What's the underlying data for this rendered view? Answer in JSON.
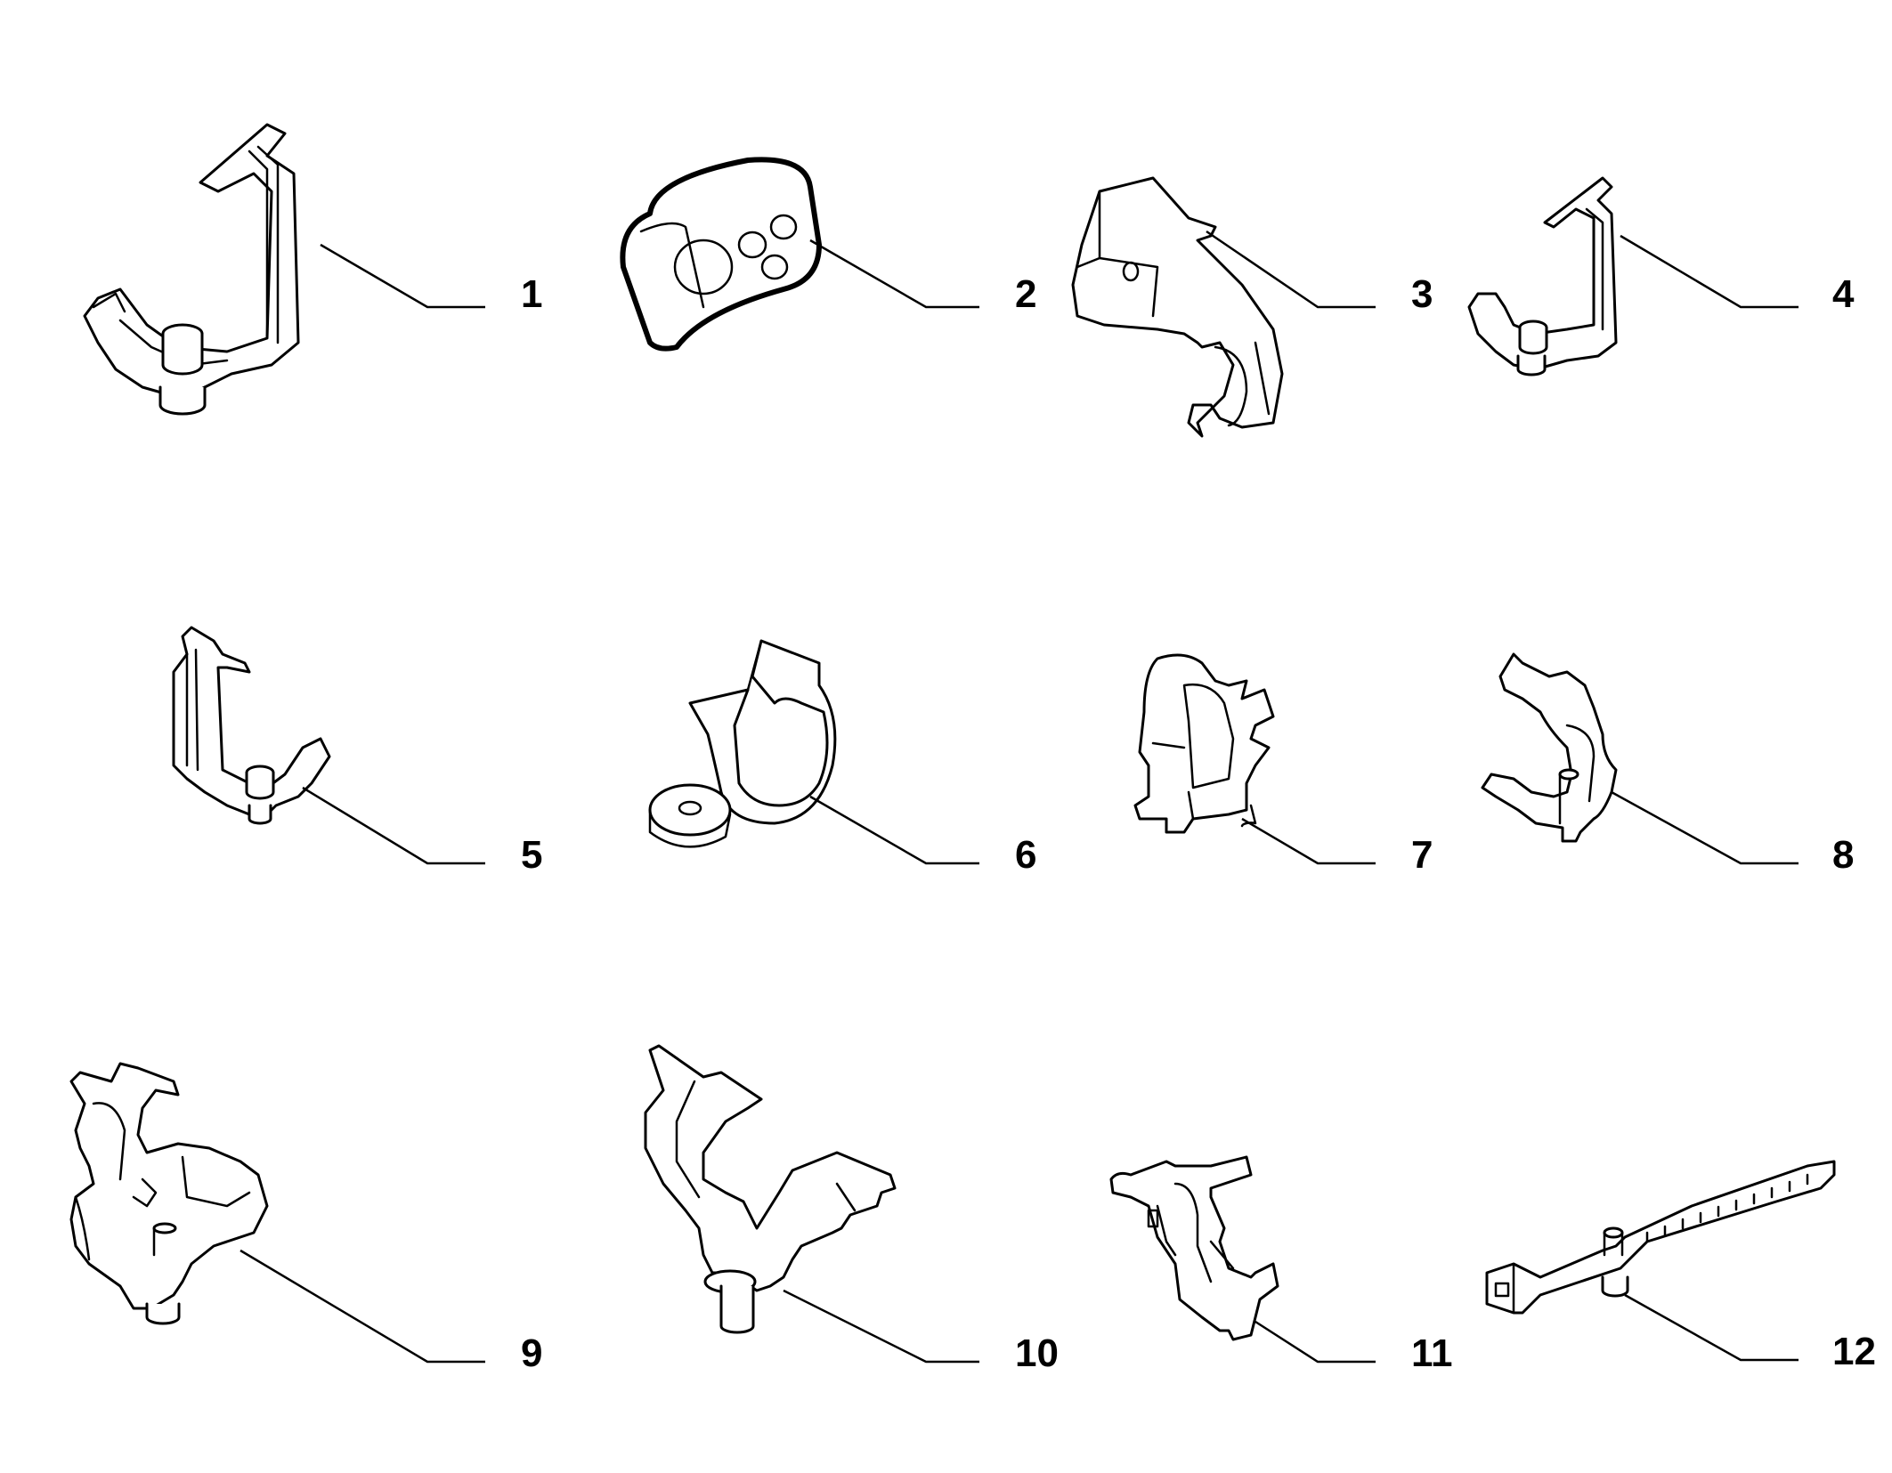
{
  "callouts": [
    {
      "label": "1",
      "part": "harness-clip-bracket-large"
    },
    {
      "label": "2",
      "part": "rubber-grommet"
    },
    {
      "label": "3",
      "part": "mounting-bracket-clip"
    },
    {
      "label": "4",
      "part": "harness-clip-bracket-small"
    },
    {
      "label": "5",
      "part": "harness-clip-bracket"
    },
    {
      "label": "6",
      "part": "strap-clip"
    },
    {
      "label": "7",
      "part": "cable-holder-clip"
    },
    {
      "label": "8",
      "part": "pipe-clip"
    },
    {
      "label": "9",
      "part": "double-cable-clip"
    },
    {
      "label": "10",
      "part": "cable-clip-with-stud"
    },
    {
      "label": "11",
      "part": "pipe-retaining-clip"
    },
    {
      "label": "12",
      "part": "cable-tie"
    }
  ]
}
